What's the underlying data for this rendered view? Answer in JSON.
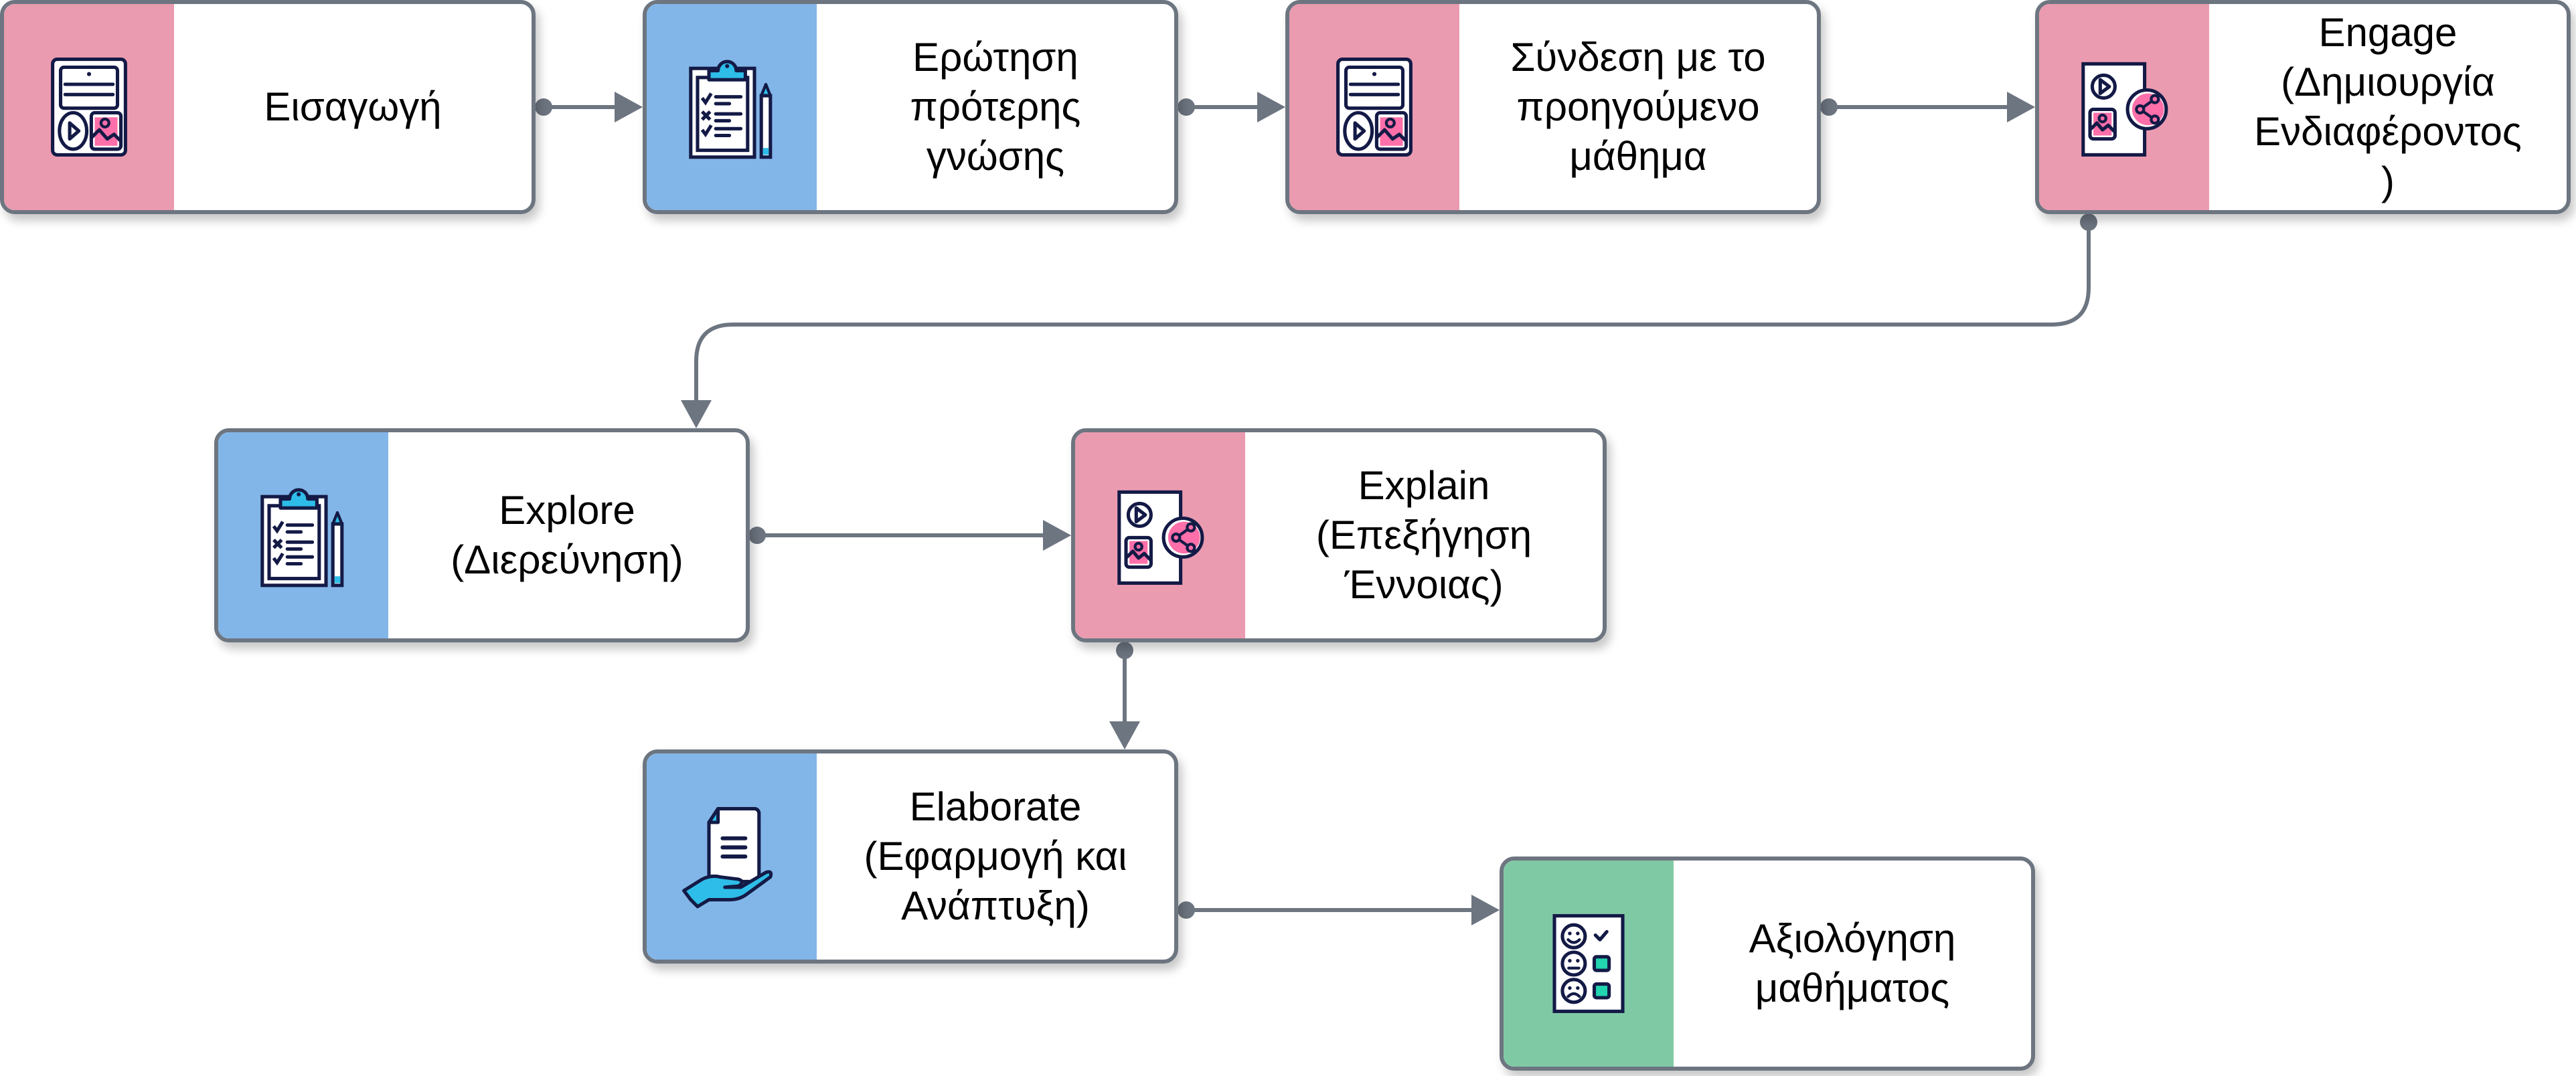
{
  "diagram": {
    "colors": {
      "connector": "#6d7580",
      "pink_panel": "#ea9bb0",
      "blue_panel": "#83b6e8",
      "green_panel": "#80c9a5",
      "icon_navy": "#141a46",
      "icon_pink": "#ff6fa9",
      "icon_cyan": "#2ebde8",
      "icon_teal": "#22d4b0"
    },
    "nodes": [
      {
        "id": "intro",
        "label": "Εισαγωγή",
        "icon": "media-layout-icon",
        "color": "pink"
      },
      {
        "id": "prior-knowledge",
        "label": "Ερώτηση\nπρότερης\nγνώσης",
        "icon": "clipboard-checklist-icon",
        "color": "blue"
      },
      {
        "id": "previous-lesson",
        "label": "Σύνδεση με το\nπροηγούμενο\nμάθημα",
        "icon": "media-layout-icon",
        "color": "pink"
      },
      {
        "id": "engage",
        "label": "Engage\n(Δημιουργία\nΕνδιαφέροντος\n)",
        "icon": "media-share-icon",
        "color": "pink"
      },
      {
        "id": "explore",
        "label": "Explore\n(Διερεύνηση)",
        "icon": "clipboard-checklist-icon",
        "color": "blue"
      },
      {
        "id": "explain",
        "label": "Explain\n(Επεξήγηση\nΈννοιας)",
        "icon": "media-share-icon",
        "color": "pink"
      },
      {
        "id": "elaborate",
        "label": "Elaborate\n(Εφαρμογή και\nΑνάπτυξη)",
        "icon": "document-hand-icon",
        "color": "blue"
      },
      {
        "id": "assessment",
        "label": "Αξιολόγηση\nμαθήματος",
        "icon": "feedback-survey-icon",
        "color": "green"
      }
    ],
    "edges": [
      {
        "from": "intro",
        "to": "prior-knowledge"
      },
      {
        "from": "prior-knowledge",
        "to": "previous-lesson"
      },
      {
        "from": "previous-lesson",
        "to": "engage"
      },
      {
        "from": "engage",
        "to": "explore"
      },
      {
        "from": "explore",
        "to": "explain"
      },
      {
        "from": "explain",
        "to": "elaborate"
      },
      {
        "from": "elaborate",
        "to": "assessment"
      }
    ]
  }
}
